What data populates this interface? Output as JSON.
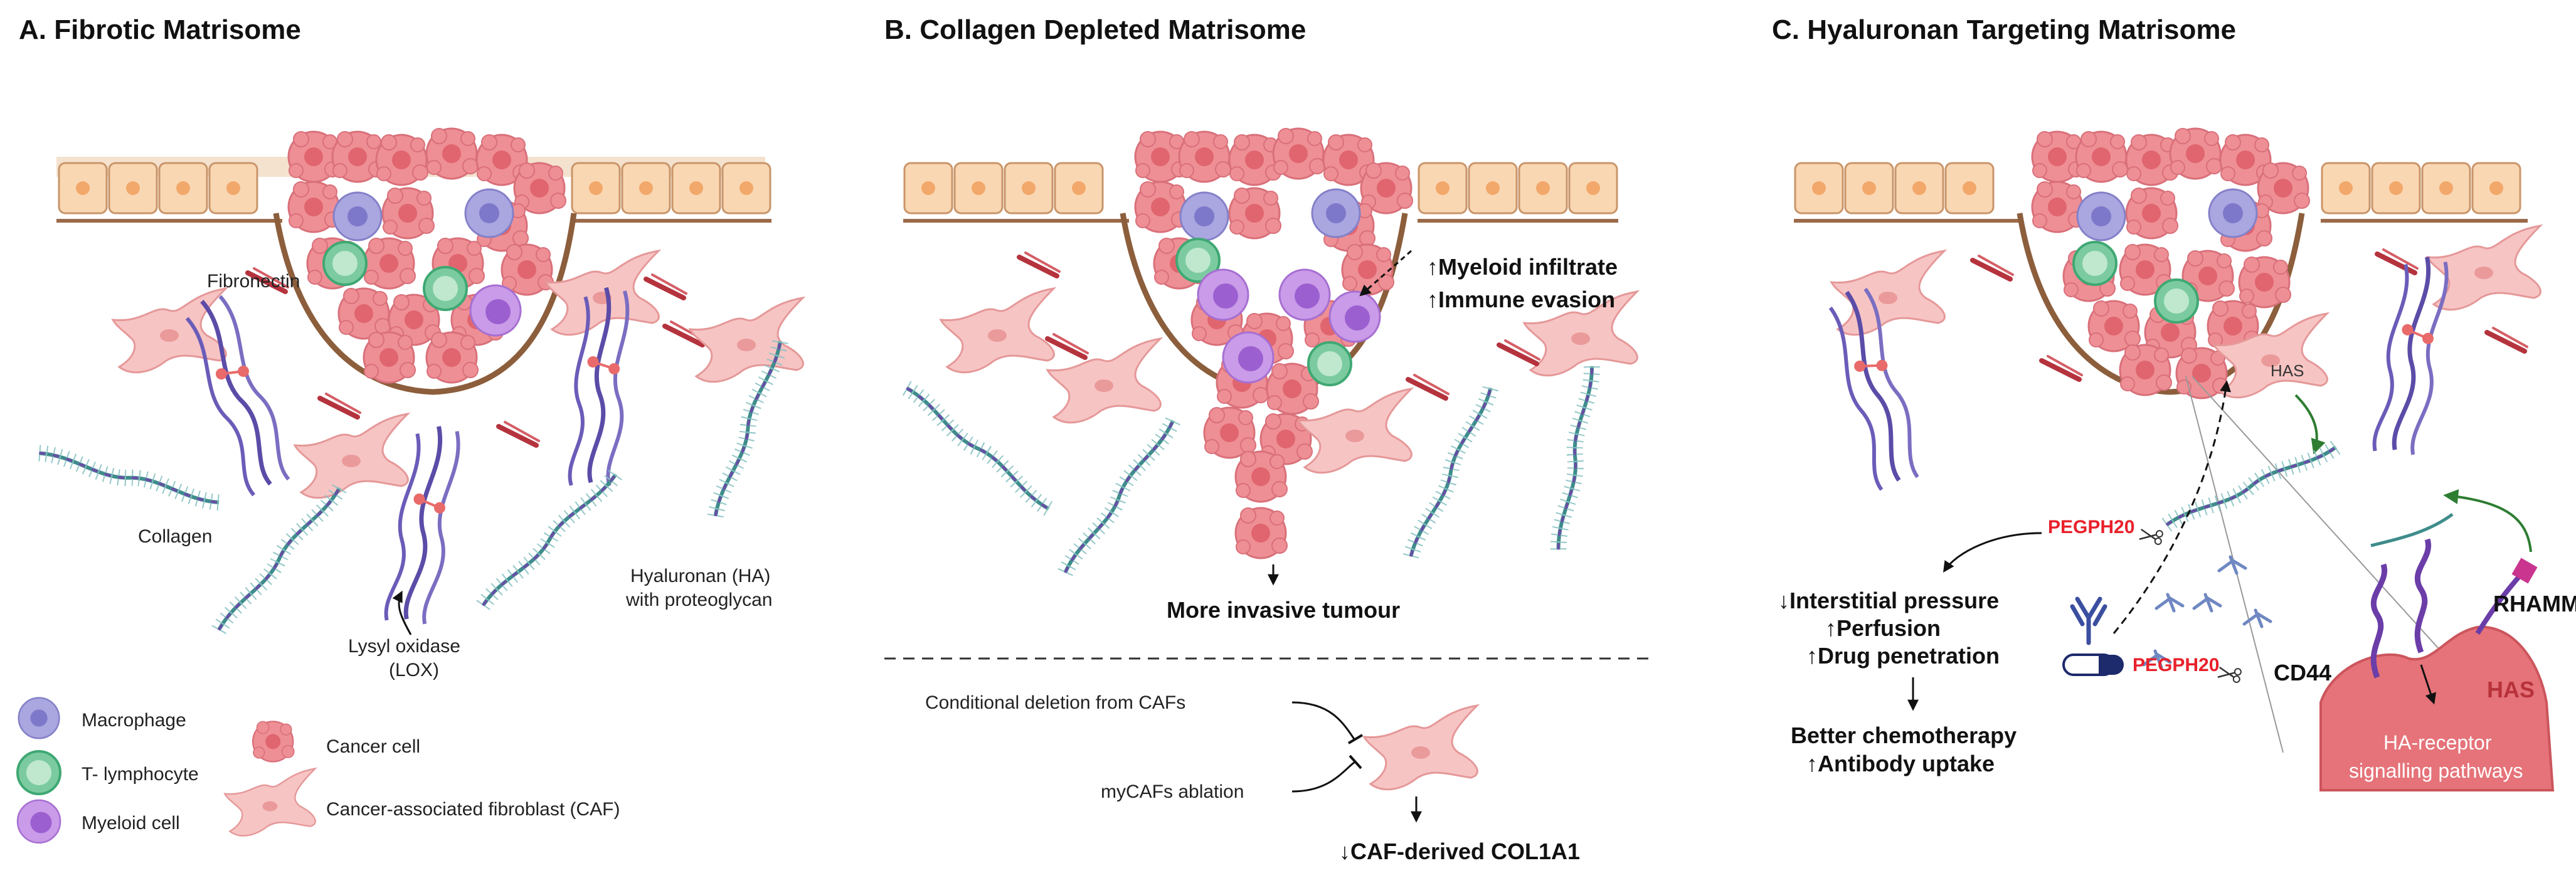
{
  "panels": {
    "a": {
      "title": "A. Fibrotic Matrisome",
      "labels": {
        "fibronectin": "Fibronectin",
        "collagen": "Collagen",
        "lox_1": "Lysyl oxidase",
        "lox_2": "(LOX)",
        "ha_1": "Hyaluronan (HA)",
        "ha_2": "with proteoglycan"
      },
      "legend": {
        "macrophage": "Macrophage",
        "t_lymphocyte": "T- lymphocyte",
        "myeloid": "Myeloid cell",
        "cancer": "Cancer cell",
        "caf": "Cancer-associated fibroblast (CAF)"
      }
    },
    "b": {
      "title": "B. Collagen Depleted Matrisome",
      "myeloid_infiltrate": "↑Myeloid infiltrate",
      "immune_evasion": "↑Immune evasion",
      "invasive": "More invasive tumour",
      "conditional_deletion": "Conditional deletion from CAFs",
      "mycafs": "myCAFs ablation",
      "col1a1": "↓CAF-derived COL1A1"
    },
    "c": {
      "title": "C. Hyaluronan Targeting Matrisome",
      "has_small": "HAS",
      "pegph20": "PEGPH20",
      "effects": [
        "↓Interstitial pressure",
        "↑Perfusion",
        "↑Drug penetration"
      ],
      "outcomes": [
        "Better chemotherapy",
        "↑Antibody uptake"
      ],
      "rhamm": "RHAMM",
      "cd44": "CD44",
      "has_big": "HAS",
      "signal_1": "HA-receptor",
      "signal_2": "signalling pathways"
    }
  },
  "colors": {
    "epithelium": "#f9d7b3",
    "epithelium_nucleus": "#f2a86a",
    "cancer_cell": "#ee8f95",
    "macrophage": "#a9a6e0",
    "t_cell": "#7ccba0",
    "myeloid": "#c99be8",
    "caf": "#f7c4c4",
    "collagen": "#5b4ca8",
    "ha": "#3f8c8c",
    "fibronectin": "#b5333d",
    "red_label": "#e8212b",
    "green_arrow": "#2e7d32"
  }
}
